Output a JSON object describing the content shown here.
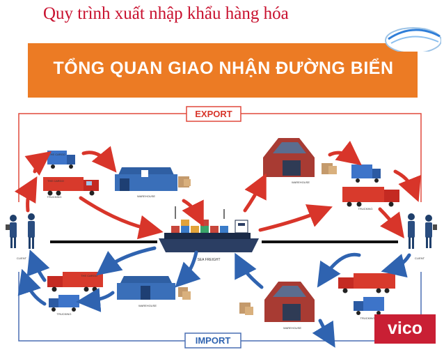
{
  "header": {
    "title": "Quy trình xuất nhập khẩu hàng hóa"
  },
  "banner": {
    "text": "TỔNG QUAN GIAO NHẬN ĐƯỜNG BIỂN"
  },
  "flow": {
    "export_label": "EXPORT",
    "import_label": "IMPORT",
    "sea_freight_label": "SEA FREIGHT"
  },
  "nodes": {
    "client_left": "CLIENT",
    "client_right": "CLIENT",
    "trucking_top_left": "TRUCKING",
    "warehouse_top_left": "WAREHOUSE",
    "warehouse_top_right": "WAREHOUSE",
    "trucking_top_right": "TRUCKING",
    "trucking_bottom_left": "TRUCKING",
    "warehouse_bottom_left": "WAREHOUSE",
    "warehouse_bottom_right": "WAREHOUSE",
    "trucking_bottom_right": "TRUCKING",
    "truck_brand": "THE CARGO"
  },
  "brand": {
    "vico_text": "vico"
  },
  "colors": {
    "title_red": "#c8102e",
    "banner_orange": "#ec7b24",
    "export_arrow": "#d8352a",
    "import_arrow": "#2f63b0",
    "vico_red": "#c91f34"
  }
}
